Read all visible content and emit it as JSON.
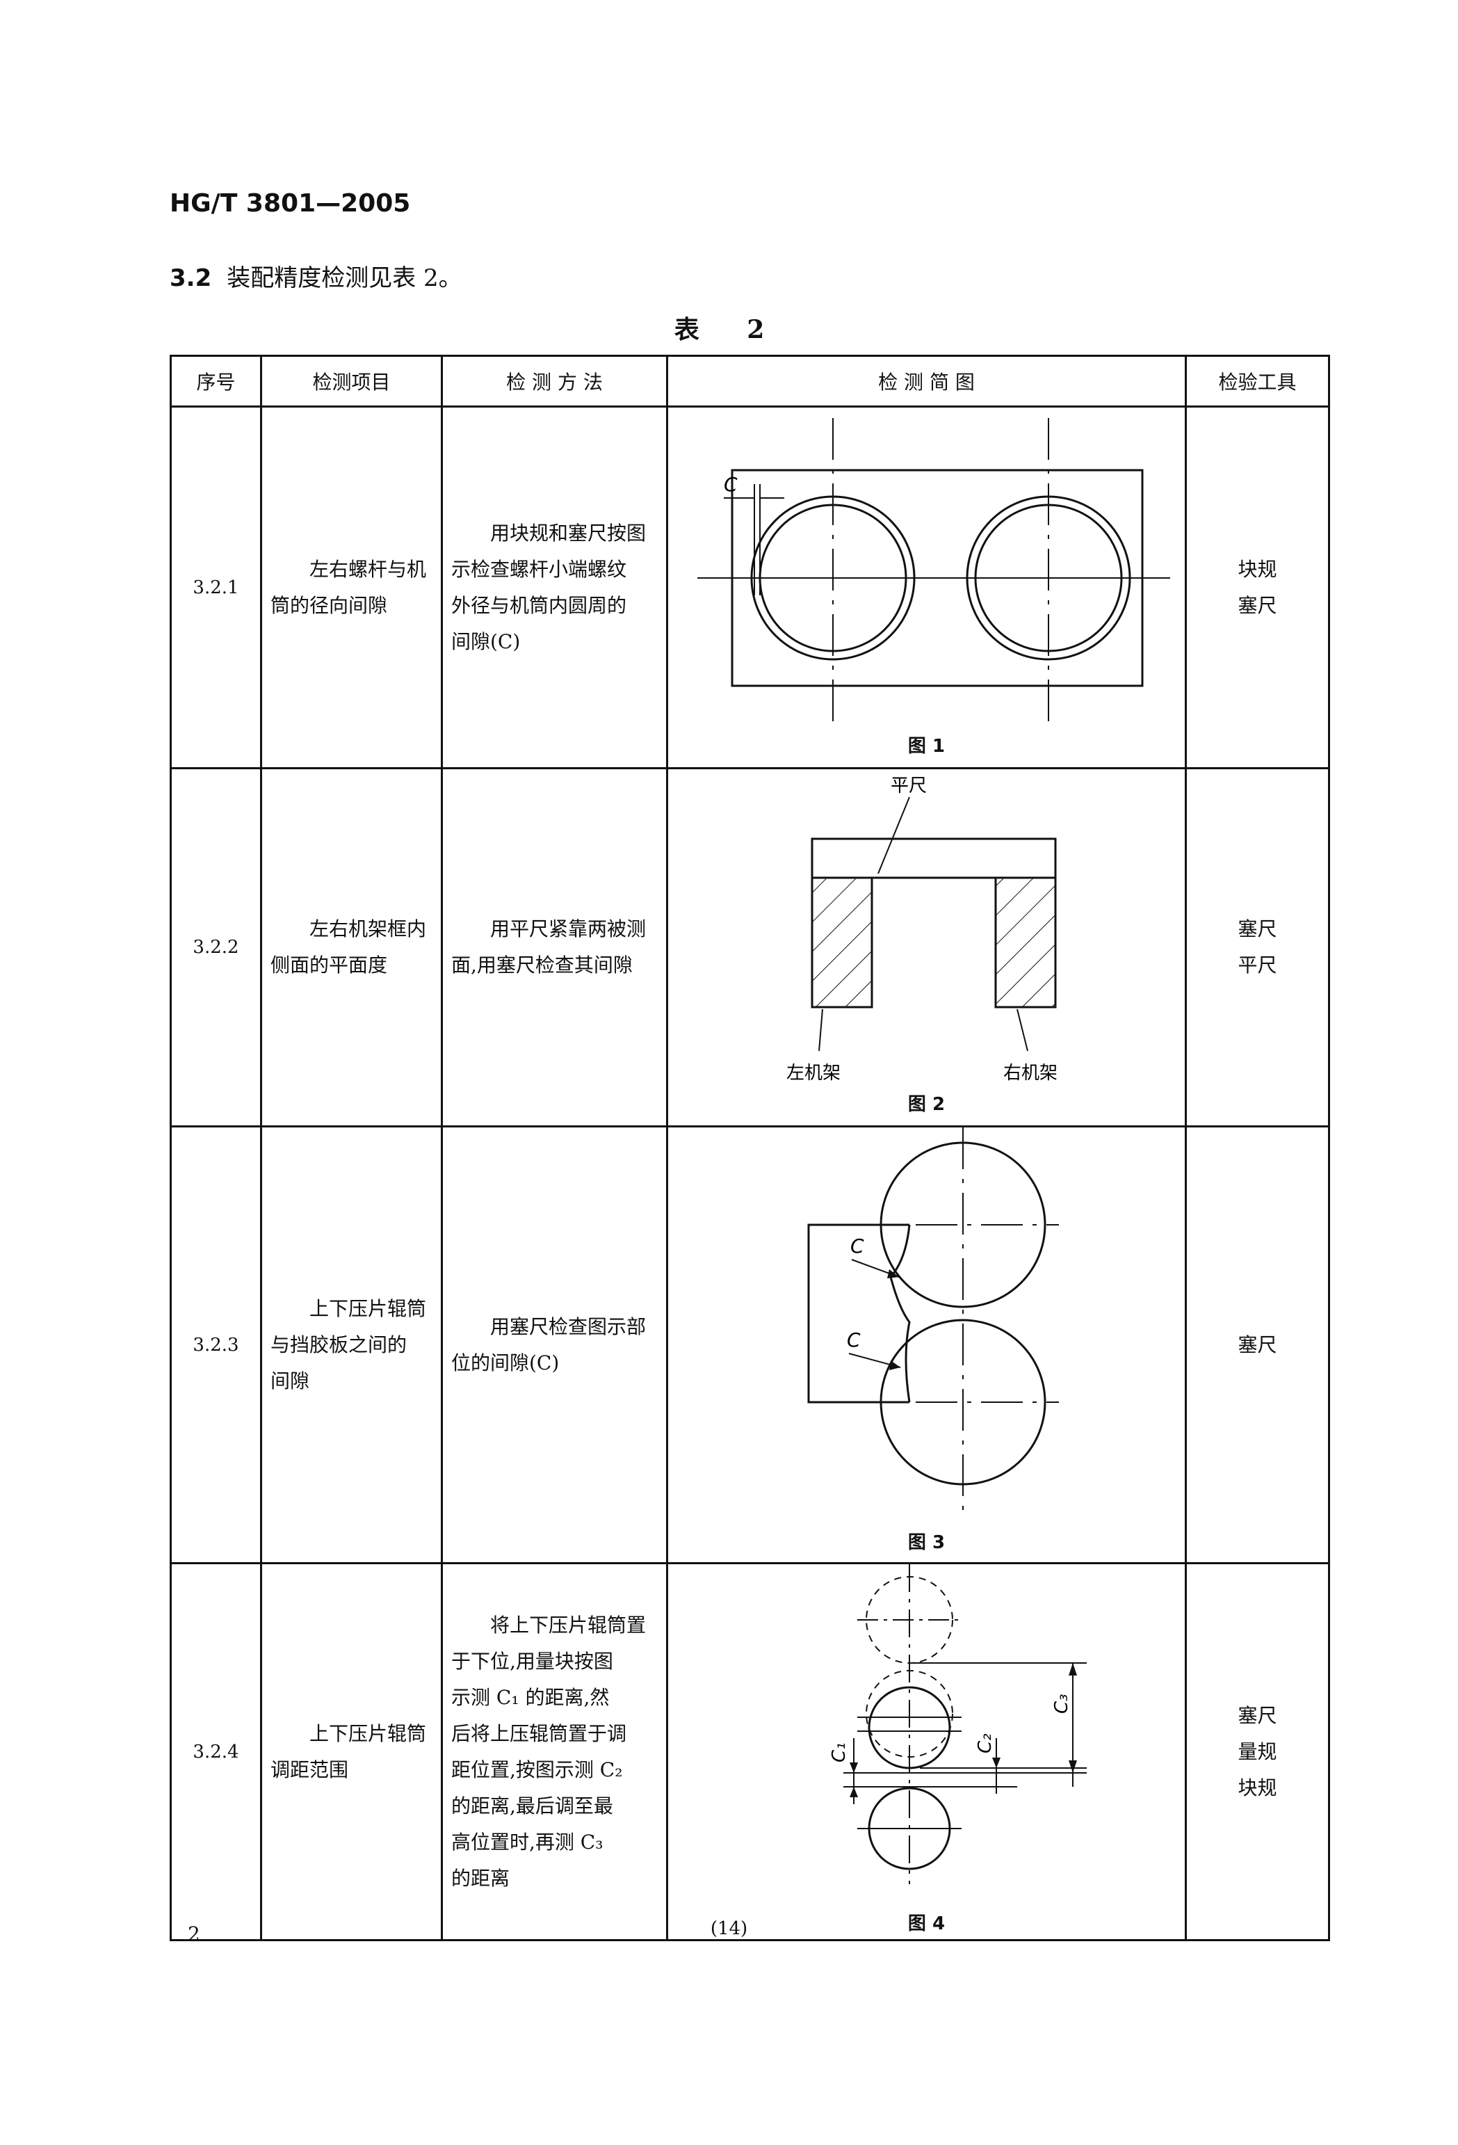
{
  "header": {
    "std_code": "HG/T 3801—2005"
  },
  "section": {
    "number": "3.2",
    "text": "装配精度检测见表 2。"
  },
  "table": {
    "title": "表  2",
    "columns": [
      "序号",
      "检测项目",
      "检 测 方 法",
      "检 测 简 图",
      "检验工具"
    ],
    "rows": [
      {
        "no": "3.2.1",
        "item_lines": [
          "左右螺杆与机",
          "筒的径向间隙"
        ],
        "method_lines": [
          "用块规和塞尺按图",
          "示检查螺杆小端螺纹",
          "外径与机筒内圆周的",
          "间隙(C)"
        ],
        "figure_caption": "图 1",
        "figure_labels": {
          "c": "C"
        },
        "tool_lines": [
          "块规",
          "塞尺"
        ]
      },
      {
        "no": "3.2.2",
        "item_lines": [
          "左右机架框内",
          "侧面的平面度"
        ],
        "method_lines": [
          "用平尺紧靠两被测",
          "面,用塞尺检查其间隙"
        ],
        "figure_caption": "图 2",
        "figure_labels": {
          "ruler": "平尺",
          "left": "左机架",
          "right": "右机架"
        },
        "tool_lines": [
          "塞尺",
          "平尺"
        ]
      },
      {
        "no": "3.2.3",
        "item_lines": [
          "上下压片辊筒",
          "与挡胶板之间的",
          "间隙"
        ],
        "method_lines": [
          "用塞尺检查图示部",
          "位的间隙(C)"
        ],
        "figure_caption": "图 3",
        "figure_labels": {
          "c1": "C",
          "c2": "C"
        },
        "tool_lines": [
          "塞尺"
        ]
      },
      {
        "no": "3.2.4",
        "item_lines": [
          "上下压片辊筒",
          "调距范围"
        ],
        "method_lines": [
          "将上下压片辊筒置",
          "于下位,用量块按图",
          "示测 C₁ 的距离,然",
          "后将上压辊筒置于调",
          "距位置,按图示测 C₂",
          "的距离,最后调至最",
          "高位置时,再测 C₃",
          "的距离"
        ],
        "figure_caption": "图 4",
        "figure_labels": {
          "c1": "C₁",
          "c2": "C₂",
          "c3": "C₃"
        },
        "tool_lines": [
          "塞尺",
          "量规",
          "块规"
        ]
      }
    ]
  },
  "footer": {
    "page_left": "2",
    "page_center": "(14)"
  }
}
